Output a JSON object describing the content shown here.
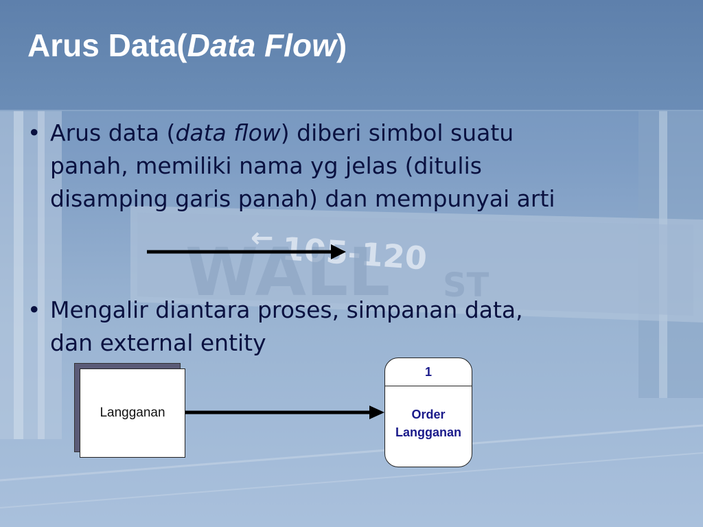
{
  "slide": {
    "title_main": "Arus Data(",
    "title_italic": "Data Flow",
    "title_close": ")"
  },
  "bullets": {
    "marker": "•",
    "b1_pre": "Arus data (",
    "b1_italic": "data flow",
    "b1_post": ") diberi simbol suatu",
    "b1_line2": "panah, memiliki nama yg jelas (ditulis",
    "b1_line3": "disamping garis panah) dan mempunyai arti",
    "b2_line1": "Mengalir diantara proses, simpanan data,",
    "b2_line2": "dan external entity"
  },
  "diagram": {
    "entity_label": "Langganan",
    "process_number": "1",
    "process_line1": "Order",
    "process_line2": "Langganan"
  },
  "background": {
    "sign_number": "105-120",
    "sign_word": "WALL",
    "sign_st": "ST"
  }
}
